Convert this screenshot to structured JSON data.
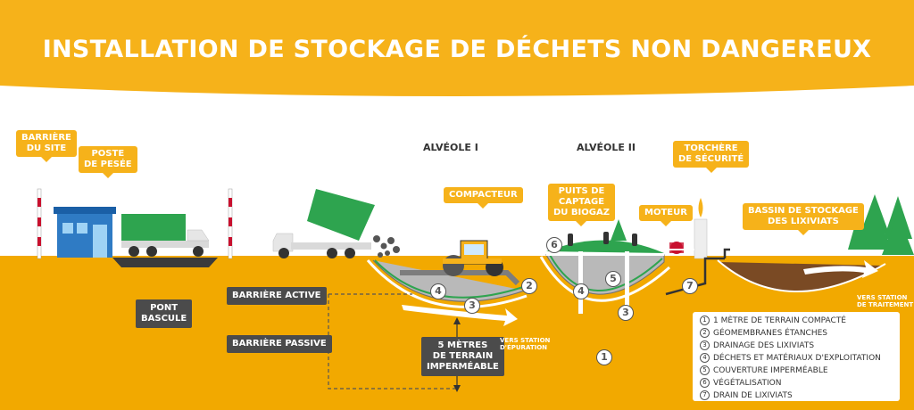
{
  "title": "INSTALLATION DE STOCKAGE DE DÉCHETS NON DANGEREUX",
  "colors": {
    "accent": "#f6b21a",
    "ground": "#f2a900",
    "dark_label": "#4b4b4b",
    "green": "#2ea44f",
    "soil": "#7a4a24"
  },
  "callouts": {
    "barriere_site": "BARRIÈRE\nDU SITE",
    "poste_pesee": "POSTE\nDE PESÉE",
    "compacteur": "COMPACTEUR",
    "puits_captage": "PUITS DE\nCAPTAGE\nDU BIOGAZ",
    "moteur": "MOTEUR",
    "torchere": "TORCHÈRE\nDE SÉCURITÉ",
    "bassin": "BASSIN DE STOCKAGE\nDES LIXIVIATS"
  },
  "headings": {
    "alveole_1": "ALVÉOLE I",
    "alveole_2": "ALVÉOLE II"
  },
  "dark_labels": {
    "pont_bascule": "PONT\nBASCULE",
    "barriere_active": "BARRIÈRE ACTIVE",
    "barriere_passive": "BARRIÈRE PASSIVE",
    "terrain_impermeable": "5 MÈTRES\nDE TERRAIN\nIMPERMÉABLE"
  },
  "flows": {
    "station_epuration": "VERS STATION\nD'ÉPURATION",
    "station_traitement": "VERS STATION\nDE TRAITEMENT"
  },
  "numbers": {
    "n6": "6",
    "n4a": "4",
    "n3a": "3",
    "n2": "2",
    "n4b": "4",
    "n5": "5",
    "n3b": "3",
    "n7": "7",
    "n1": "1"
  },
  "legend": [
    {
      "n": "1",
      "label": "1 MÈTRE DE TERRAIN COMPACTÉ"
    },
    {
      "n": "2",
      "label": "GÉOMEMBRANES ÉTANCHES"
    },
    {
      "n": "3",
      "label": "DRAINAGE DES LIXIVIATS"
    },
    {
      "n": "4",
      "label": "DÉCHETS ET MATÉRIAUX D'EXPLOITATION"
    },
    {
      "n": "5",
      "label": "COUVERTURE IMPERMÉABLE"
    },
    {
      "n": "6",
      "label": "VÉGÉTALISATION"
    },
    {
      "n": "7",
      "label": "DRAIN DE LIXIVIATS"
    }
  ]
}
